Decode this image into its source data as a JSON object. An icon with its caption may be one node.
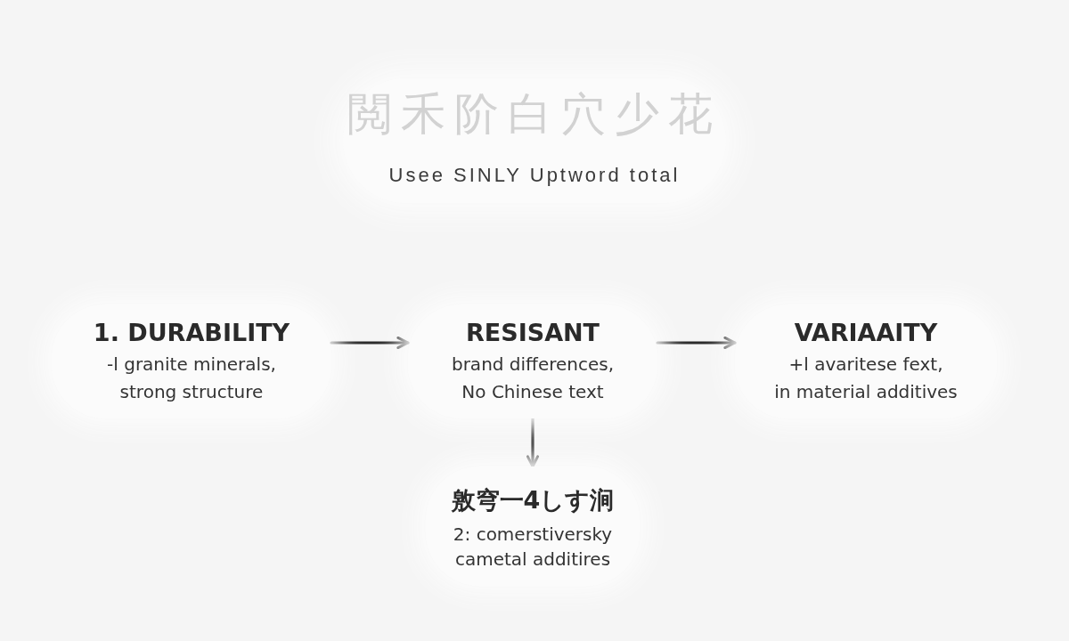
{
  "diagram": {
    "title": "閲禾阶白穴少花",
    "nodes": [
      {
        "text": [
          "1. DURABILITY",
          "-l granite minerals, strong structure"
        ]
      },
      {
        "text": [
          "RESISANT",
          "brand differences, No Chinese text"
        ]
      },
      {
        "text": [
          "VARIAAITY",
          "+l avaritese fext, in material additives"
        ]
      },
      {
        "text": [
          "敫穹一4しす涧",
          "2: comerstiversky cametal additires"
        ]
      }
    ],
    "edges": [
      {
        "from": 0,
        "to": 1,
        "arrow": "to"
      },
      {
        "from": 1,
        "to": 2,
        "arrow": "to"
      },
      {
        "from": 1,
        "to": 3,
        "arrow": "to"
      }
    ],
    "labels": [
      "Usee SINLY Uptword total"
    ]
  }
}
